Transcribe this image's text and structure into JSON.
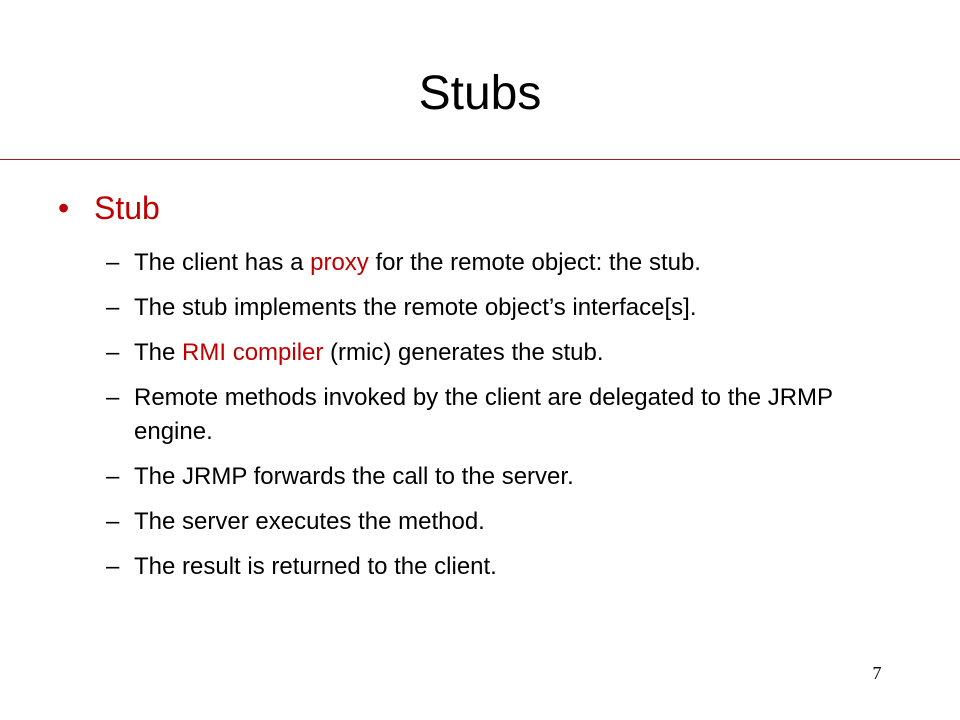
{
  "slide": {
    "title": "Stubs",
    "bullet": {
      "symbol": "•",
      "text": "Stub"
    },
    "dash_symbol": "–",
    "items": [
      {
        "before": "The client has a ",
        "highlight": "proxy",
        "after": " for the remote object: the stub."
      },
      {
        "before": "The stub implements the remote object’s interface[s].",
        "highlight": "",
        "after": ""
      },
      {
        "before": "The ",
        "highlight": "RMI compiler",
        "after": " (rmic) generates the stub."
      },
      {
        "before": "Remote methods invoked by the client are delegated to the JRMP engine.",
        "highlight": "",
        "after": ""
      },
      {
        "before": "The JRMP forwards the call to the server.",
        "highlight": "",
        "after": ""
      },
      {
        "before": "The server executes the method.",
        "highlight": "",
        "after": ""
      },
      {
        "before": "The result is returned to the client.",
        "highlight": "",
        "after": ""
      }
    ],
    "page_number": "7",
    "colors": {
      "accent": "#c00000",
      "divider": "#9b1b1e",
      "text": "#000000",
      "background": "#ffffff"
    }
  }
}
